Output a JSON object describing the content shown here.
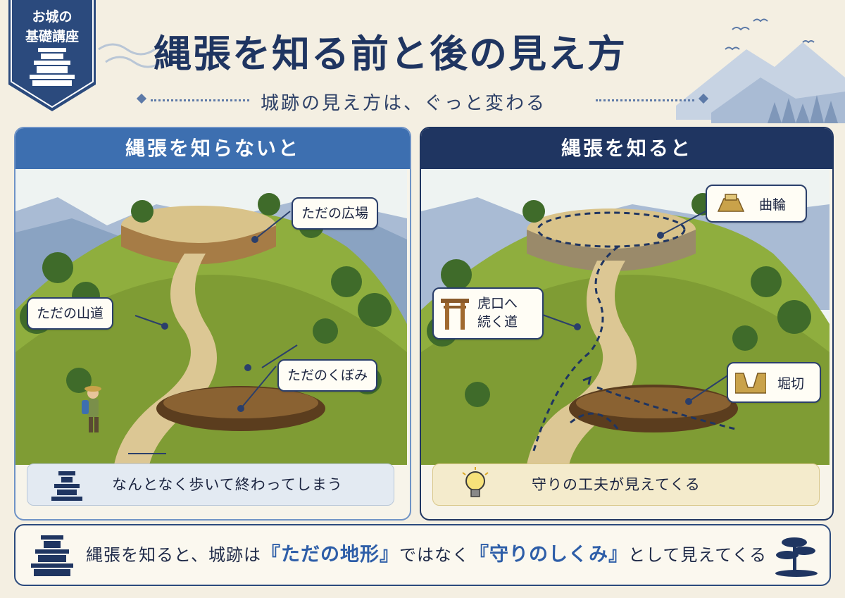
{
  "badge": {
    "line1": "お城の",
    "line2": "基礎講座"
  },
  "title": "縄張を知る前と後の見え方",
  "subtitle": "城跡の見え方は、ぐっと変わる",
  "left_panel": {
    "heading": "縄張を知らないと",
    "callouts": {
      "plaza": "ただの広場",
      "path": "ただの山道",
      "hollow": "ただのくぼみ"
    },
    "bottom_note": "なんとなく歩いて終わってしまう"
  },
  "right_panel": {
    "heading": "縄張を知ると",
    "callouts": {
      "kuruwa": "曲輪",
      "koguchi_1": "虎口へ",
      "koguchi_2": "続く道",
      "horikiri": "堀切"
    },
    "bottom_note": "守りの工夫が見えてくる"
  },
  "footer": {
    "part1": "縄張を知ると、城跡は",
    "highlight1": "『ただの地形』",
    "part2": "ではなく",
    "highlight2": "『守りのしくみ』",
    "part3": "として見えてくる"
  },
  "icons": [
    "castle-icon",
    "hiker-icon",
    "gate-icon",
    "kuruwa-icon",
    "moat-icon",
    "lightbulb-icon",
    "pine-tree-icon",
    "bird-icon",
    "mountain-icon"
  ],
  "colors": {
    "navy": "#1f3561",
    "blue": "#3d6fb0",
    "cream": "#f4efe2",
    "grass": "#8fae3e",
    "dirt": "#d9c38a"
  }
}
